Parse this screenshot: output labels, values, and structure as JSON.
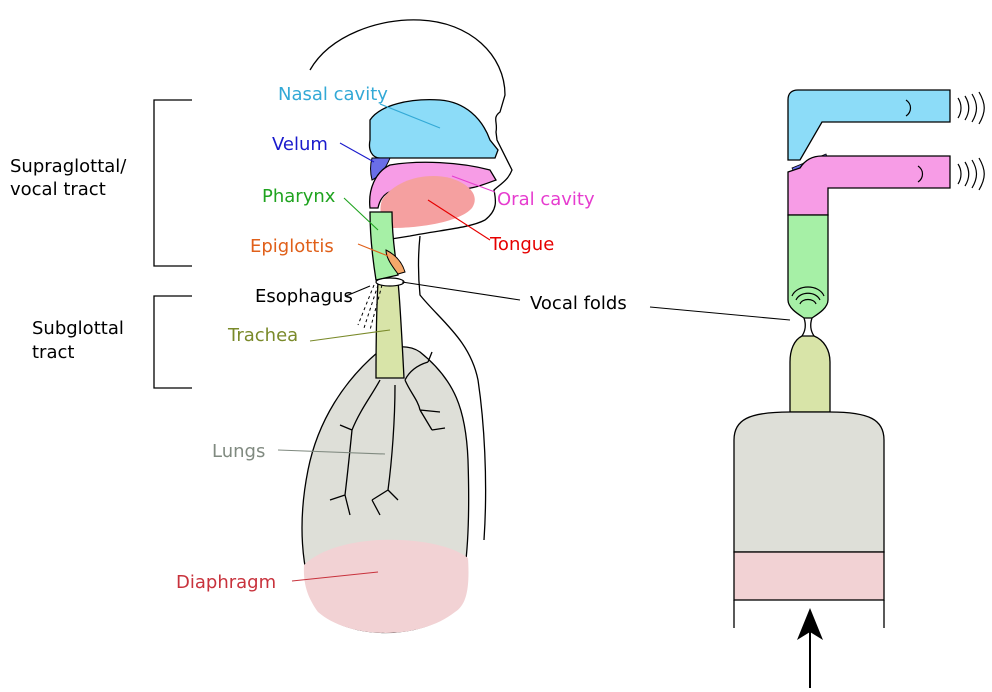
{
  "groups": {
    "supraglottal": "Supraglottal/",
    "supraglottal_line2": "vocal tract",
    "subglottal": "Subglottal",
    "subglottal_line2": "tract"
  },
  "labels": {
    "nasal_cavity": "Nasal cavity",
    "velum": "Velum",
    "pharynx": "Pharynx",
    "oral_cavity": "Oral cavity",
    "tongue": "Tongue",
    "epiglottis": "Epiglottis",
    "esophagus": "Esophagus",
    "vocal_folds": "Vocal folds",
    "trachea": "Trachea",
    "lungs": "Lungs",
    "diaphragm": "Diaphragm"
  },
  "colors": {
    "nasal_cavity": "#33a9d6",
    "velum": "#1a1acc",
    "pharynx": "#1fa31f",
    "oral_cavity": "#e63ccf",
    "tongue": "#e60000",
    "epiglottis": "#e0601a",
    "trachea": "#7a8a2a",
    "lungs": "#808a80",
    "diaphragm": "#c8323c",
    "black": "#000000"
  },
  "fills": {
    "nasal": "#8cdcf8",
    "oral": "#f79ce6",
    "tongue": "#f5a0a0",
    "pharynx": "#a6f0a6",
    "epiglottis": "#f5a86a",
    "trachea": "#d8e4a8",
    "lungs": "#dedfd8",
    "diaphragm": "#f2d2d4",
    "velum": "#6a6ee8"
  },
  "icons": [
    "sound-wave-icon",
    "up-arrow-icon"
  ]
}
